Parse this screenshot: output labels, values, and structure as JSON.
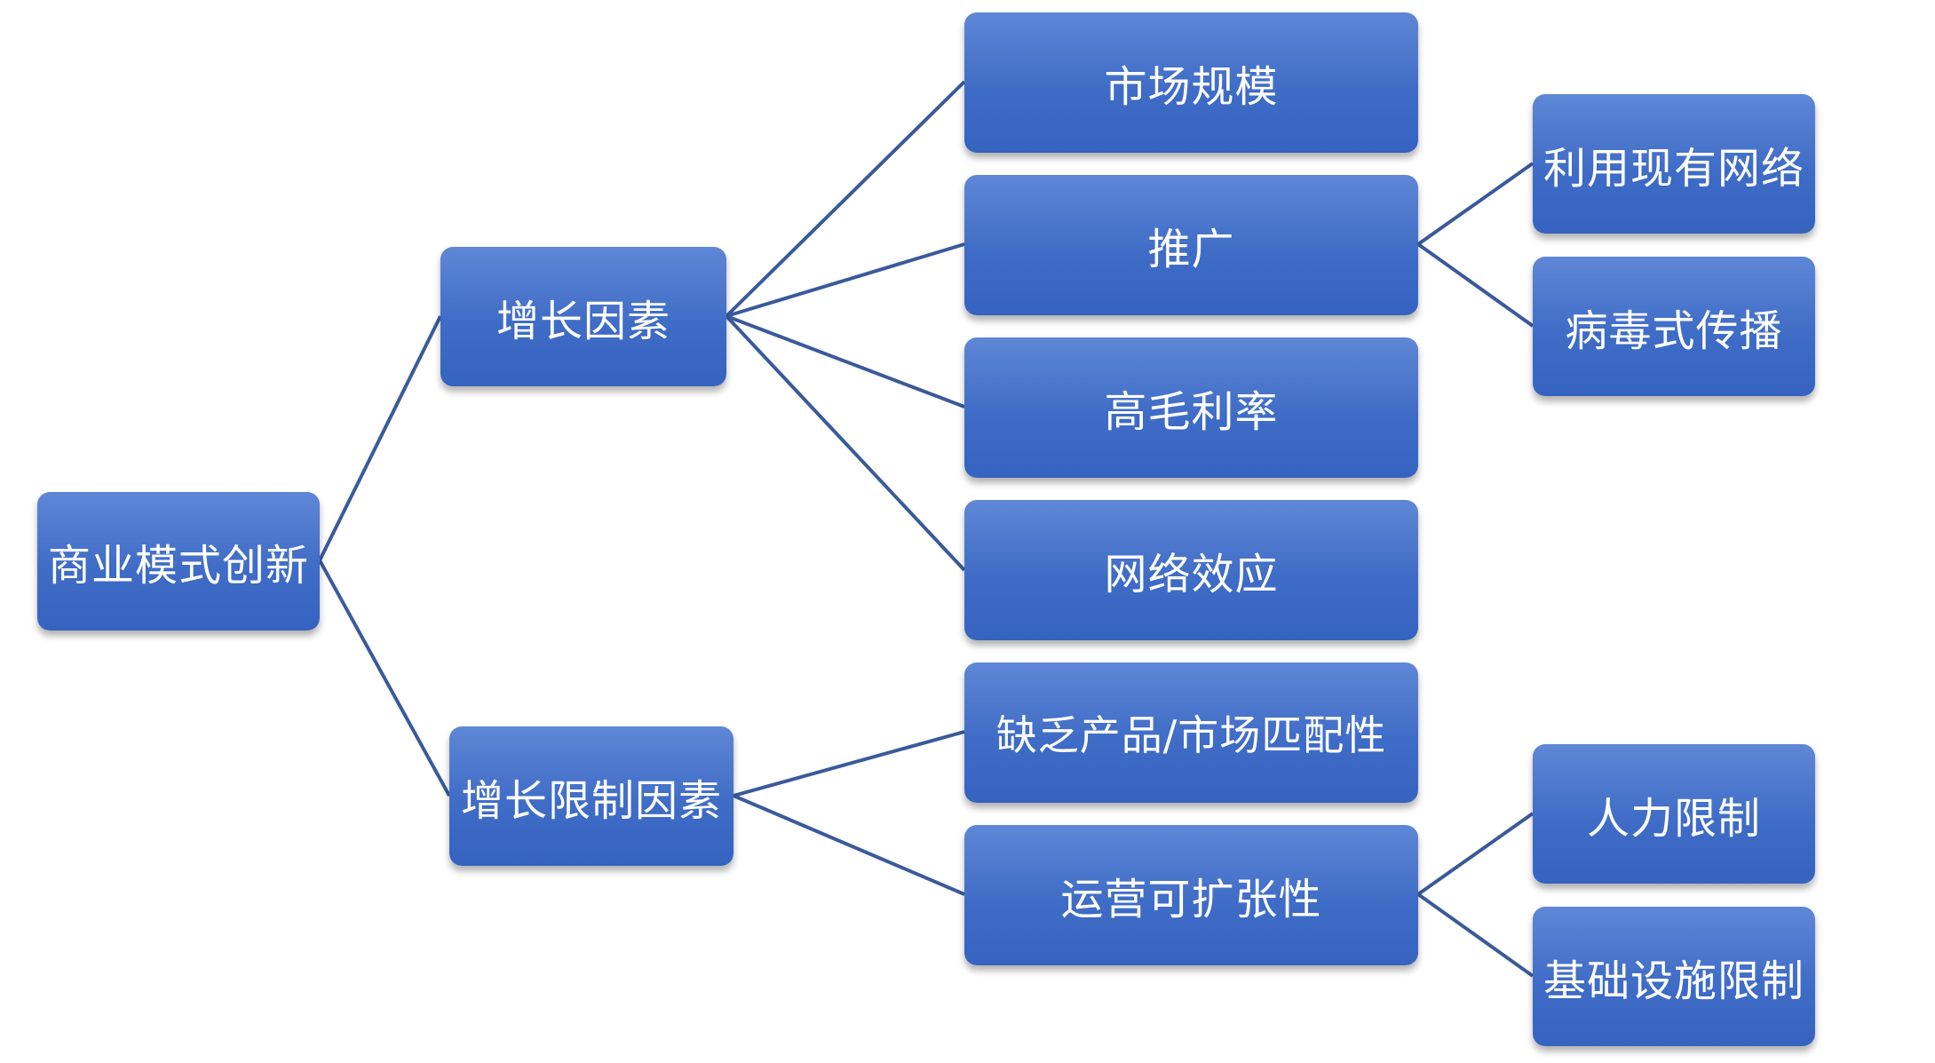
{
  "diagram": {
    "root": "商业模式创新",
    "branches": {
      "growth_factors": "增长因素",
      "growth_limits": "增长限制因素"
    },
    "growth_factor_items": {
      "market_size": "市场规模",
      "promotion": "推广",
      "high_margin": "高毛利率",
      "network_effect": "网络效应"
    },
    "promotion_items": {
      "existing_network": "利用现有网络",
      "viral": "病毒式传播"
    },
    "growth_limit_items": {
      "pmf": "缺乏产品/市场匹配性",
      "scalability": "运营可扩张性"
    },
    "scalability_items": {
      "labor": "人力限制",
      "infrastructure": "基础设施限制"
    },
    "colors": {
      "node_fill_top": "#5f87d6",
      "node_fill_bottom": "#3563c0",
      "connector": "#3a5a9a",
      "text": "#ffffff"
    }
  }
}
